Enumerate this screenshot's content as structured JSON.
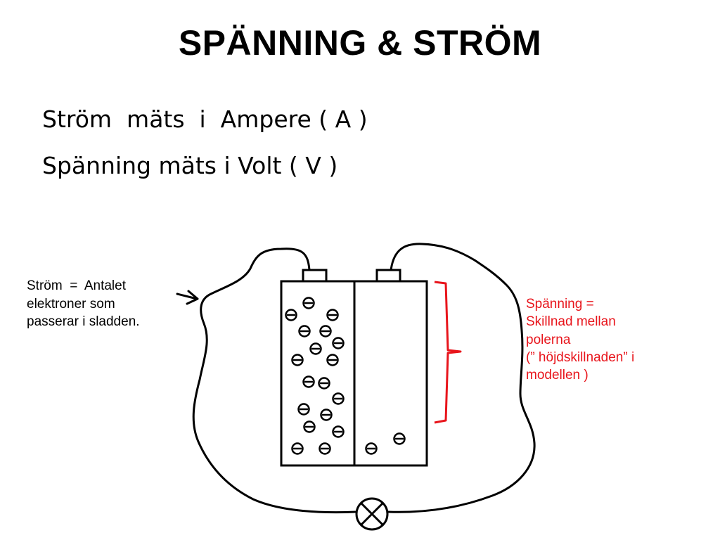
{
  "title": "SPÄNNING & STRÖM",
  "bullets": [
    "Ström  mäts  i  Ampere ( A )",
    "Spänning mäts i Volt ( V )"
  ],
  "left_note": {
    "lines": [
      "Ström  =  Antalet",
      "elektroner som",
      "passerar i sladden."
    ],
    "color": "#000000"
  },
  "right_note": {
    "lines": [
      "Spänning =",
      "Skillnad mellan",
      "polerna",
      "(” höjdskillnaden” i",
      "modellen )"
    ],
    "color": "#e8141b"
  },
  "electron_symbol": "minus-in-circle",
  "bulb_symbol": "lamp-cross-circle"
}
